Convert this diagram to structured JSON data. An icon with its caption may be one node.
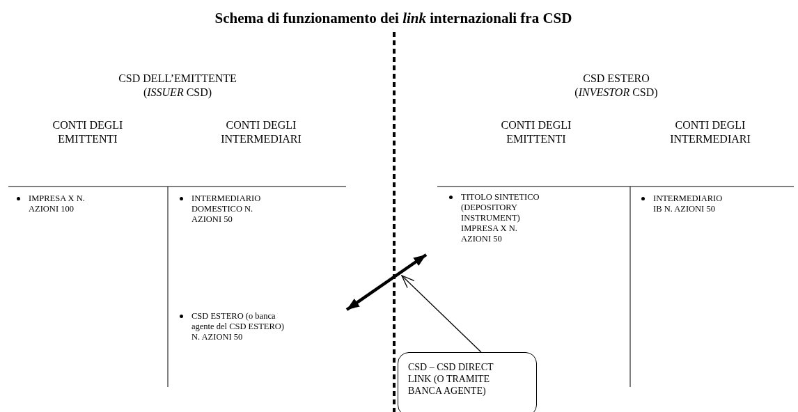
{
  "diagram": {
    "title": "Schema di funzionamento dei *link* internazionali fra CSD",
    "nodes": [
      {
        "text": [
          "CSD ESTERO (o banca agente del CSD ESTERO) N. AZIONI 50"
        ]
      },
      {
        "text": [
          "TITOLO SINTETICO (DEPOSITORY INSTRUMENT) IMPRESA X N. AZIONI 50"
        ]
      },
      {
        "text": [
          "CSD – CSD DIRECT LINK (O TRAMITE BANCA AGENTE)"
        ]
      }
    ],
    "edges": [
      {
        "from": 0,
        "to": 1,
        "arrow": "both",
        "style": "thick"
      },
      {
        "from": 2,
        "to": null,
        "arrow": "to"
      }
    ],
    "labels": [
      "CSD DELL’EMITTENTE (*ISSUER* CSD)",
      "CSD ESTERO (*INVESTOR* CSD)",
      "CONTI DEGLI EMITTENTI",
      "CONTI DEGLI INTERMEDIARI",
      "CONTI DEGLI EMITTENTI",
      "CONTI DEGLI INTERMEDIARI",
      "IMPRESA X N. AZIONI 100",
      "INTERMEDIARIO DOMESTICO N. AZIONI 50",
      "INTERMEDIARIO IB N. AZIONI 50"
    ]
  }
}
